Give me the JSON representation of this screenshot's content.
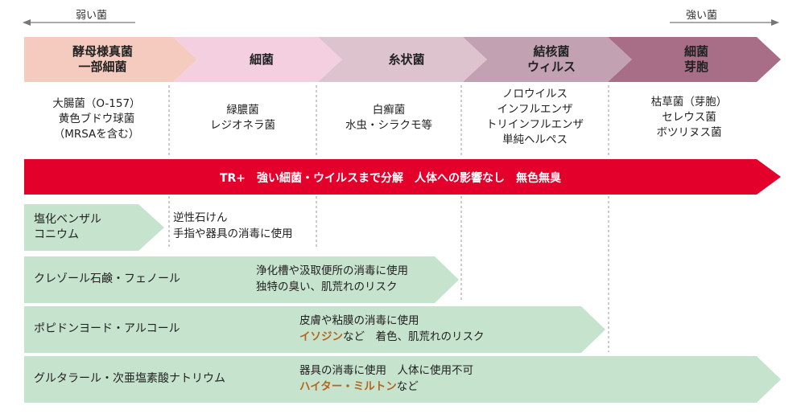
{
  "axis": {
    "weak_label": "弱い菌",
    "strong_label": "強い菌"
  },
  "stages": [
    {
      "label_lines": [
        "酵母様真菌",
        "一部細菌"
      ],
      "examples": [
        "大腸菌（O-157）",
        "黄色ブドウ球菌",
        "（MRSAを含む）"
      ],
      "color": "#f6cbbf"
    },
    {
      "label_lines": [
        "細菌"
      ],
      "examples": [
        "緑膿菌",
        "レジオネラ菌"
      ],
      "color": "#f3cfe0"
    },
    {
      "label_lines": [
        "糸状菌"
      ],
      "examples": [
        "白癬菌",
        "水虫・シラクモ等"
      ],
      "color": "#dcc3ce"
    },
    {
      "label_lines": [
        "結核菌",
        "ウィルス"
      ],
      "examples": [
        "ノロウイルス",
        "インフルエンザ",
        "トリインフルエンザ",
        "単純ヘルペス"
      ],
      "color": "#c1a1b2"
    },
    {
      "label_lines": [
        "細菌",
        "芽胞"
      ],
      "examples": [
        "枯草菌（芽胞）",
        "セレウス菌",
        "ボツリヌス菌"
      ],
      "color": "#a86e88"
    }
  ],
  "banner": {
    "text": "TR+　強い細菌・ウイルスまで分解　人体への影響なし　無色無臭",
    "color": "#e3002b"
  },
  "agents": [
    {
      "name_lines": [
        "塩化ベンザル",
        "コニウム"
      ],
      "desc_lines": [
        [
          "逆性石けん"
        ],
        [
          "手指や器具の消毒に使用"
        ]
      ]
    },
    {
      "name_lines": [
        "クレゾール石鹸・フェノール"
      ],
      "desc_lines": [
        [
          "浄化槽や汲取便所の消毒に使用"
        ],
        [
          "独特の臭い、肌荒れのリスク"
        ]
      ]
    },
    {
      "name_lines": [
        "ポピドンヨード・アルコール"
      ],
      "desc_lines": [
        [
          "皮膚や粘膜の消毒に使用"
        ],
        [
          "イソジン",
          "など　着色、肌荒れのリスク"
        ]
      ]
    },
    {
      "name_lines": [
        "グルタラール・次亜塩素酸ナトリウム"
      ],
      "desc_lines": [
        [
          "器具の消毒に使用　人体に使用不可"
        ],
        [
          "ハイター・ミルトン",
          "など"
        ]
      ]
    }
  ],
  "colors": {
    "agent_arrow": "#c6e3cd",
    "highlight": "#b5651d"
  }
}
